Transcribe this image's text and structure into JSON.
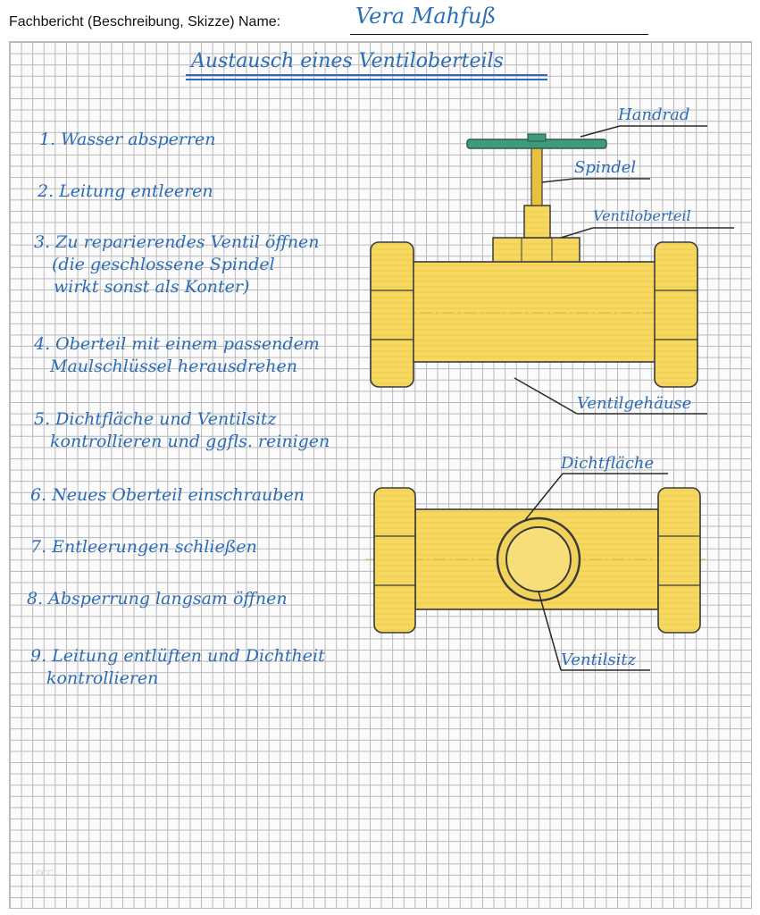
{
  "header": {
    "label": "Fachbericht (Beschreibung, Skizze) Name:",
    "name": "Vera Mahfuß"
  },
  "title": "Austausch eines Ventiloberteils",
  "steps": [
    {
      "lines": [
        "1. Wasser absperren"
      ]
    },
    {
      "lines": [
        "2. Leitung entleeren"
      ]
    },
    {
      "lines": [
        "3. Zu reparierendes Ventil öffnen",
        "(die geschlossene Spindel",
        "wirkt sonst als Konter)"
      ]
    },
    {
      "lines": [
        "4. Oberteil mit einem passendem",
        "Maulschlüssel herausdrehen"
      ]
    },
    {
      "lines": [
        "5. Dichtfläche und Ventilsitz",
        "kontrollieren und ggfls. reinigen"
      ]
    },
    {
      "lines": [
        "6. Neues Oberteil einschrauben"
      ]
    },
    {
      "lines": [
        "7. Entleerungen schließen"
      ]
    },
    {
      "lines": [
        "8. Absperrung langsam öffnen"
      ]
    },
    {
      "lines": [
        "9. Leitung entlüften und Dichtheit",
        "kontrollieren"
      ]
    }
  ],
  "labels": {
    "handrad": "Handrad",
    "spindel": "Spindel",
    "ventiloberteil": "Ventiloberteil",
    "ventilgehaeuse": "Ventilgehäuse",
    "dichtflaeche": "Dichtfläche",
    "ventilsitz": "Ventilsitz"
  },
  "footer_mark": "©CC",
  "colors": {
    "ink": "#2d6cb5",
    "brass": "#f6d860",
    "brass_dark": "#e3b93a",
    "handwheel": "#3f9a7c",
    "outline": "#3a3a3a"
  }
}
